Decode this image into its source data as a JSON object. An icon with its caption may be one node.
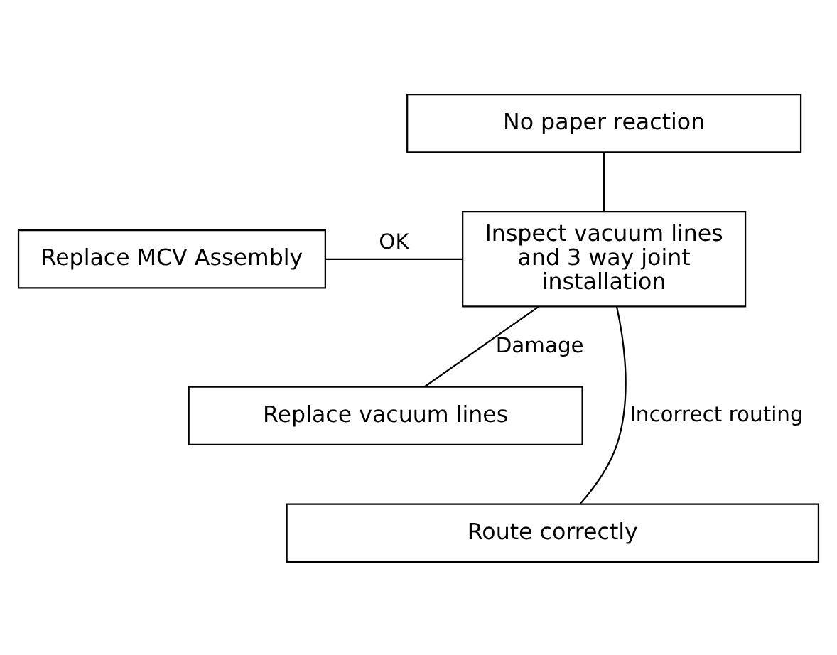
{
  "diagram": {
    "nodes": [
      {
        "text": [
          "No paper reaction"
        ]
      },
      {
        "text": [
          "Replace MCV Assembly"
        ]
      },
      {
        "text": [
          "Inspect vacuum lines and 3 way joint installation"
        ]
      },
      {
        "text": [
          "Replace vacuum lines"
        ]
      },
      {
        "text": [
          "Route correctly"
        ]
      }
    ],
    "edges": [
      {
        "from": 0,
        "to": 2,
        "arrow": "none"
      },
      {
        "from": 2,
        "to": 1,
        "arrow": "none",
        "label": "OK"
      },
      {
        "from": 2,
        "to": 3,
        "arrow": "none",
        "label": "Damage"
      },
      {
        "from": 2,
        "to": 4,
        "arrow": "none",
        "label": "Incorrect routing"
      }
    ]
  }
}
